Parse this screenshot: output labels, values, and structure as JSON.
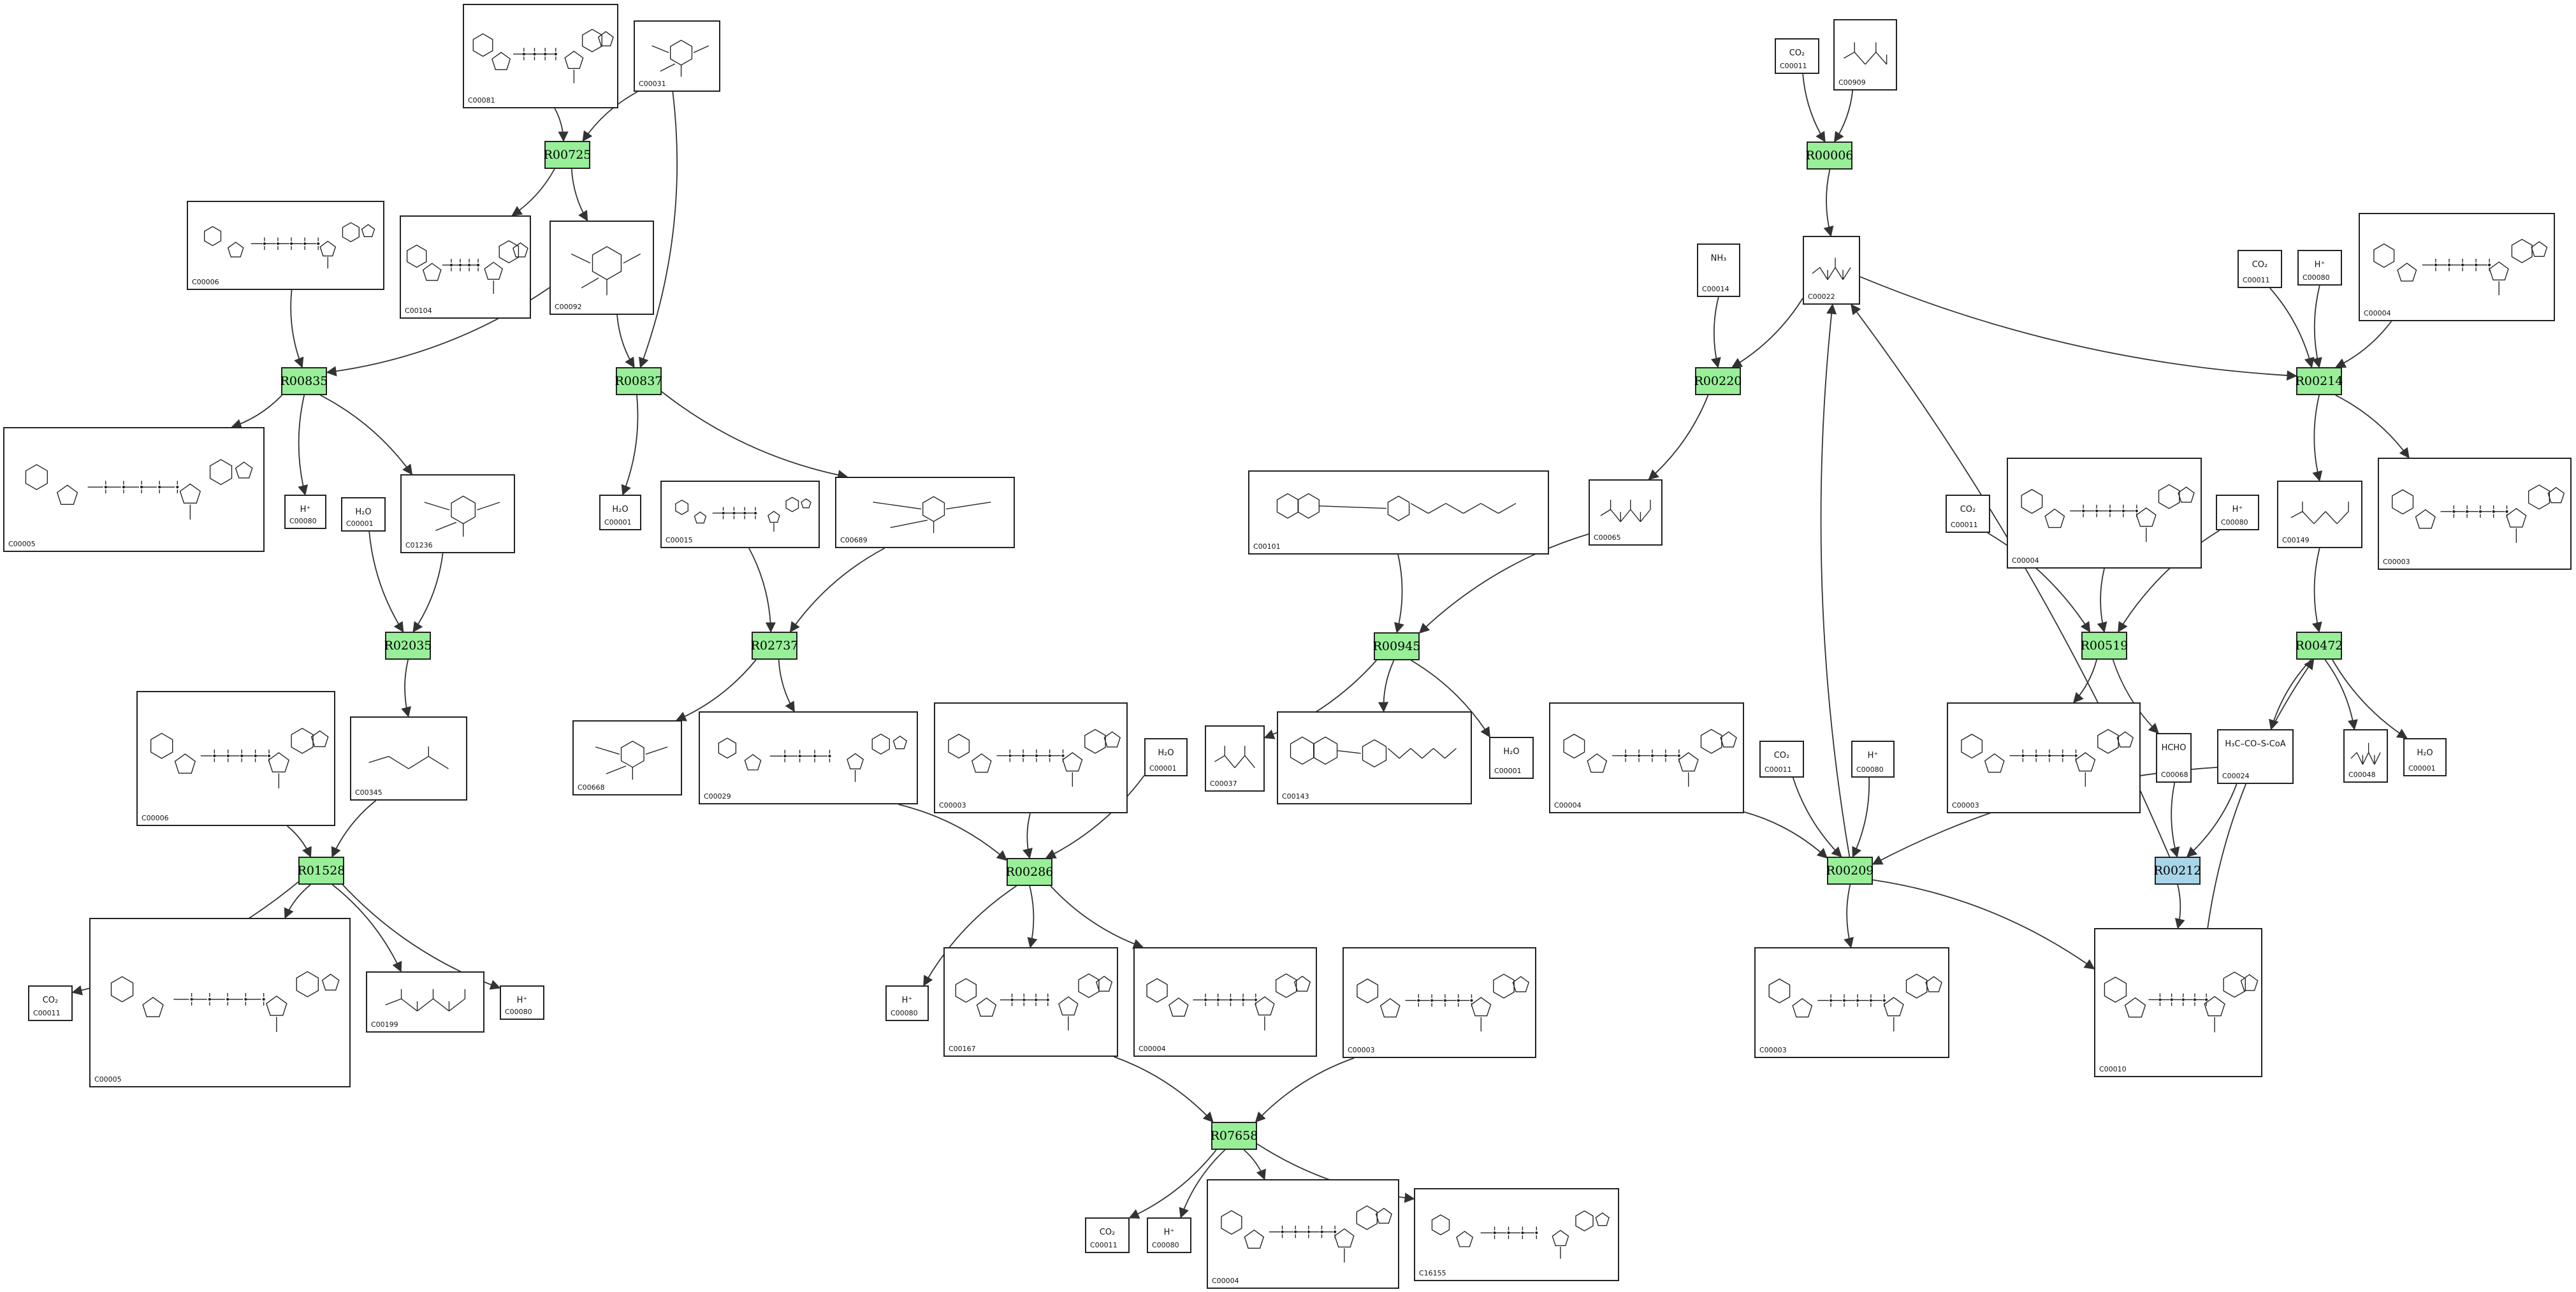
{
  "reactions": [
    {
      "id": "R00725",
      "color": "#98ef98"
    },
    {
      "id": "R00835",
      "color": "#98ef98"
    },
    {
      "id": "R00837",
      "color": "#98ef98"
    },
    {
      "id": "R02035",
      "color": "#98ef98"
    },
    {
      "id": "R02737",
      "color": "#98ef98"
    },
    {
      "id": "R01528",
      "color": "#98ef98"
    },
    {
      "id": "R00286",
      "color": "#98ef98"
    },
    {
      "id": "R07658",
      "color": "#98ef98"
    },
    {
      "id": "R00945",
      "color": "#98ef98"
    },
    {
      "id": "R00006",
      "color": "#98ef98"
    },
    {
      "id": "R00220",
      "color": "#98ef98"
    },
    {
      "id": "R00209",
      "color": "#98ef98"
    },
    {
      "id": "R00212",
      "color": "#a8d6e8"
    },
    {
      "id": "R00519",
      "color": "#98ef98"
    },
    {
      "id": "R00214",
      "color": "#98ef98"
    },
    {
      "id": "R00472",
      "color": "#98ef98"
    }
  ],
  "compounds": [
    {
      "key": "c081",
      "cid": "C00081",
      "kind": "nucleotide",
      "text": ""
    },
    {
      "key": "c031a",
      "cid": "C00031",
      "kind": "sugar",
      "text": ""
    },
    {
      "key": "c104",
      "cid": "C00104",
      "kind": "nucleotide",
      "text": ""
    },
    {
      "key": "c092",
      "cid": "C00092",
      "kind": "sugar",
      "text": ""
    },
    {
      "key": "c006a",
      "cid": "C00006",
      "kind": "cofactor",
      "text": ""
    },
    {
      "key": "c005a",
      "cid": "C00005",
      "kind": "cofactor",
      "text": ""
    },
    {
      "key": "c080a",
      "cid": "C00080",
      "kind": "small",
      "text": "H⁺"
    },
    {
      "key": "c001a",
      "cid": "C00001",
      "kind": "small",
      "text": "H₂O"
    },
    {
      "key": "c1236",
      "cid": "C01236",
      "kind": "sugar",
      "text": ""
    },
    {
      "key": "c001b",
      "cid": "C00001",
      "kind": "small",
      "text": "H₂O"
    },
    {
      "key": "c015",
      "cid": "C00015",
      "kind": "nucleotide",
      "text": ""
    },
    {
      "key": "c689",
      "cid": "C00689",
      "kind": "sugar",
      "text": ""
    },
    {
      "key": "c006b",
      "cid": "C00006",
      "kind": "cofactor",
      "text": ""
    },
    {
      "key": "c345",
      "cid": "C00345",
      "kind": "chain",
      "text": ""
    },
    {
      "key": "c668",
      "cid": "C00668",
      "kind": "sugar",
      "text": ""
    },
    {
      "key": "c029",
      "cid": "C00029",
      "kind": "nucleotide",
      "text": ""
    },
    {
      "key": "c003a",
      "cid": "C00003",
      "kind": "cofactor",
      "text": ""
    },
    {
      "key": "c001c",
      "cid": "C00001",
      "kind": "small",
      "text": "H₂O"
    },
    {
      "key": "c011a",
      "cid": "C00011",
      "kind": "small",
      "text": "CO₂"
    },
    {
      "key": "c005b",
      "cid": "C00005",
      "kind": "cofactor",
      "text": ""
    },
    {
      "key": "c199",
      "cid": "C00199",
      "kind": "chain",
      "text": ""
    },
    {
      "key": "c080b",
      "cid": "C00080",
      "kind": "small",
      "text": "H⁺"
    },
    {
      "key": "c080c",
      "cid": "C00080",
      "kind": "small",
      "text": "H⁺"
    },
    {
      "key": "c167",
      "cid": "C00167",
      "kind": "nucleotide",
      "text": ""
    },
    {
      "key": "c004a",
      "cid": "C00004",
      "kind": "cofactor",
      "text": ""
    },
    {
      "key": "c003b",
      "cid": "C00003",
      "kind": "cofactor",
      "text": ""
    },
    {
      "key": "c011b",
      "cid": "C00011",
      "kind": "small",
      "text": "CO₂"
    },
    {
      "key": "c080d",
      "cid": "C00080",
      "kind": "small",
      "text": "H⁺"
    },
    {
      "key": "c004b",
      "cid": "C00004",
      "kind": "cofactor",
      "text": ""
    },
    {
      "key": "c16155",
      "cid": "C16155",
      "kind": "nucleotide",
      "text": ""
    },
    {
      "key": "c101",
      "cid": "C00101",
      "kind": "folate",
      "text": ""
    },
    {
      "key": "c037",
      "cid": "C00037",
      "kind": "chain",
      "text": ""
    },
    {
      "key": "c143",
      "cid": "C00143",
      "kind": "folate",
      "text": ""
    },
    {
      "key": "c001d",
      "cid": "C00001",
      "kind": "small",
      "text": "H₂O"
    },
    {
      "key": "c065",
      "cid": "C00065",
      "kind": "chain",
      "text": ""
    },
    {
      "key": "c011c",
      "cid": "C00011",
      "kind": "small",
      "text": "CO₂"
    },
    {
      "key": "c909",
      "cid": "C00909",
      "kind": "chain",
      "text": ""
    },
    {
      "key": "c014",
      "cid": "C00014",
      "kind": "small",
      "text": "NH₃"
    },
    {
      "key": "c022",
      "cid": "C00022",
      "kind": "chain",
      "text": ""
    },
    {
      "key": "c011d",
      "cid": "C00011",
      "kind": "small",
      "text": "CO₂"
    },
    {
      "key": "c080e",
      "cid": "C00080",
      "kind": "small",
      "text": "H⁺"
    },
    {
      "key": "c004c",
      "cid": "C00004",
      "kind": "cofactor",
      "text": ""
    },
    {
      "key": "c011e",
      "cid": "C00011",
      "kind": "small",
      "text": "CO₂"
    },
    {
      "key": "c004d",
      "cid": "C00004",
      "kind": "cofactor",
      "text": ""
    },
    {
      "key": "c080f",
      "cid": "C00080",
      "kind": "small",
      "text": "H⁺"
    },
    {
      "key": "c149",
      "cid": "C00149",
      "kind": "chain",
      "text": ""
    },
    {
      "key": "c003c",
      "cid": "C00003",
      "kind": "cofactor",
      "text": ""
    },
    {
      "key": "c004e",
      "cid": "C00004",
      "kind": "cofactor",
      "text": ""
    },
    {
      "key": "c011f",
      "cid": "C00011",
      "kind": "small",
      "text": "CO₂"
    },
    {
      "key": "c080g",
      "cid": "C00080",
      "kind": "small",
      "text": "H⁺"
    },
    {
      "key": "c003d",
      "cid": "C00003",
      "kind": "cofactor",
      "text": ""
    },
    {
      "key": "c068",
      "cid": "C00068",
      "kind": "small",
      "text": "HCHO"
    },
    {
      "key": "c024",
      "cid": "C00024",
      "kind": "chain",
      "text": "H₃C–CO–S-CoA"
    },
    {
      "key": "c048",
      "cid": "C00048",
      "kind": "chain",
      "text": ""
    },
    {
      "key": "c001e",
      "cid": "C00001",
      "kind": "small",
      "text": "H₂O"
    },
    {
      "key": "c003e",
      "cid": "C00003",
      "kind": "cofactor",
      "text": ""
    },
    {
      "key": "c010",
      "cid": "C00010",
      "kind": "cofactor",
      "text": ""
    }
  ],
  "edges": [
    [
      "c081",
      "R00725"
    ],
    [
      "c031a",
      "R00725"
    ],
    [
      "R00725",
      "c104"
    ],
    [
      "R00725",
      "c092"
    ],
    [
      "c031a",
      "R00837"
    ],
    [
      "c092",
      "R00837"
    ],
    [
      "c092",
      "R00835"
    ],
    [
      "c006a",
      "R00835"
    ],
    [
      "R00835",
      "c005a"
    ],
    [
      "R00835",
      "c080a"
    ],
    [
      "R00835",
      "c1236"
    ],
    [
      "c001a",
      "R02035"
    ],
    [
      "c1236",
      "R02035"
    ],
    [
      "R02035",
      "c345"
    ],
    [
      "R00837",
      "c001b"
    ],
    [
      "R00837",
      "c689"
    ],
    [
      "c015",
      "R02737"
    ],
    [
      "c689",
      "R02737"
    ],
    [
      "R02737",
      "c668"
    ],
    [
      "R02737",
      "c029"
    ],
    [
      "c006b",
      "R01528"
    ],
    [
      "c345",
      "R01528"
    ],
    [
      "R01528",
      "c011a"
    ],
    [
      "R01528",
      "c005b"
    ],
    [
      "R01528",
      "c199"
    ],
    [
      "R01528",
      "c080b"
    ],
    [
      "c029",
      "R00286"
    ],
    [
      "c003a",
      "R00286"
    ],
    [
      "c001c",
      "R00286"
    ],
    [
      "R00286",
      "c080c"
    ],
    [
      "R00286",
      "c167"
    ],
    [
      "R00286",
      "c004a"
    ],
    [
      "c167",
      "R07658"
    ],
    [
      "c003b",
      "R07658"
    ],
    [
      "R07658",
      "c011b"
    ],
    [
      "R07658",
      "c080d"
    ],
    [
      "R07658",
      "c004b"
    ],
    [
      "R07658",
      "c16155"
    ],
    [
      "c101",
      "R00945"
    ],
    [
      "c065",
      "R00945"
    ],
    [
      "R00945",
      "c037"
    ],
    [
      "R00945",
      "c143"
    ],
    [
      "R00945",
      "c001d"
    ],
    [
      "c011c",
      "R00006"
    ],
    [
      "c909",
      "R00006"
    ],
    [
      "R00006",
      "c022"
    ],
    [
      "c022",
      "R00220"
    ],
    [
      "c014",
      "R00220"
    ],
    [
      "R00220",
      "c065"
    ],
    [
      "c022",
      "R00214"
    ],
    [
      "c011d",
      "R00214"
    ],
    [
      "c080e",
      "R00214"
    ],
    [
      "c004c",
      "R00214"
    ],
    [
      "R00214",
      "c149"
    ],
    [
      "R00214",
      "c003c"
    ],
    [
      "c004d",
      "R00519"
    ],
    [
      "c011e",
      "R00519"
    ],
    [
      "c080f",
      "R00519"
    ],
    [
      "R00519",
      "c003d"
    ],
    [
      "R00519",
      "c068"
    ],
    [
      "c004e",
      "R00209"
    ],
    [
      "c011f",
      "R00209"
    ],
    [
      "c080g",
      "R00209"
    ],
    [
      "c024",
      "R00209"
    ],
    [
      "R00209",
      "c022"
    ],
    [
      "R00209",
      "c003e"
    ],
    [
      "R00209",
      "c010"
    ],
    [
      "c068",
      "R00212"
    ],
    [
      "c024",
      "R00212"
    ],
    [
      "R00212",
      "c022"
    ],
    [
      "R00212",
      "c010"
    ],
    [
      "c149",
      "R00472"
    ],
    [
      "c010",
      "R00472"
    ],
    [
      "R00472",
      "c024"
    ],
    [
      "R00472",
      "c048"
    ],
    [
      "R00472",
      "c001e"
    ]
  ],
  "style": {
    "edge_color": "#333333",
    "box_border": "#222222"
  }
}
